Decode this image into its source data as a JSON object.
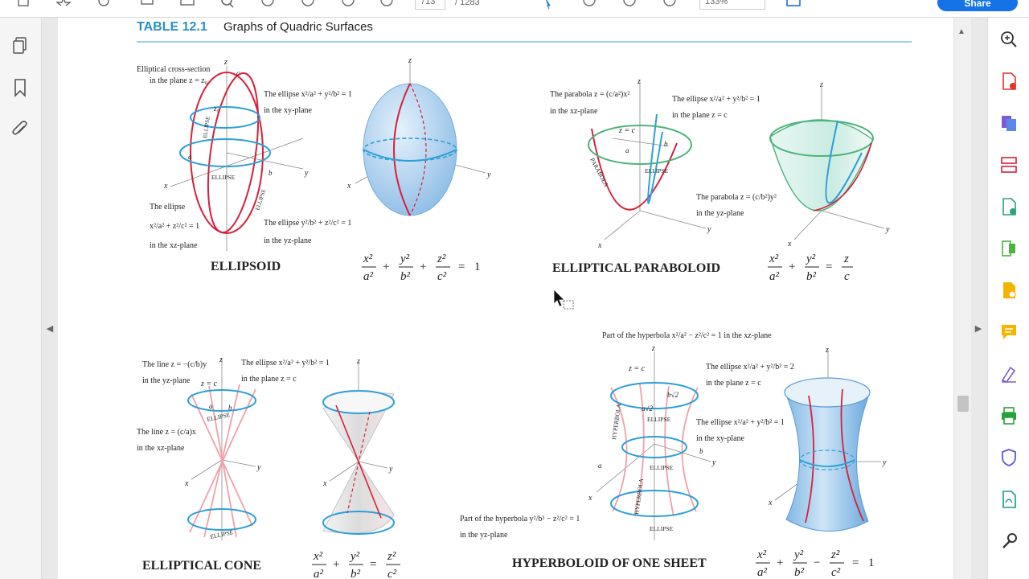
{
  "toolbar": {
    "page_input": "713",
    "page_total": "/ 1283",
    "zoom": "133%",
    "share_label": "Share"
  },
  "document": {
    "table_label": "TABLE 12.1",
    "table_title": "Graphs of Quadric Surfaces",
    "panels": [
      {
        "caption": "ELLIPSOID",
        "equation": [
          "x²",
          "a²",
          "+",
          "y²",
          "b²",
          "+",
          "z²",
          "c²",
          "=",
          "1"
        ],
        "annotations": {
          "a1_line1": "Elliptical cross-section",
          "a1_line2": "in the plane z = z₀",
          "a2_line1": "The ellipse x²/a² + y²/b² = 1",
          "a2_line2": "in the xy-plane",
          "a3_line1": "The ellipse",
          "a3_line2": "x²/a² + z²/c² = 1",
          "a3_line3": "in the xz-plane",
          "a4_line1": "The ellipse y²/b² + z²/c² = 1",
          "a4_line2": "in the yz-plane",
          "curve_label_1": "ELLIPSE",
          "curve_label_2": "ELLIPSE",
          "curve_label_3": "ELLIPSE"
        },
        "axes": {
          "x": "x",
          "y": "y",
          "z": "z",
          "a": "a",
          "b": "b",
          "c": "c",
          "z0": "z₀"
        }
      },
      {
        "caption": "ELLIPTICAL PARABOLOID",
        "equation": [
          "x²",
          "a²",
          "+",
          "y²",
          "b²",
          "=",
          "z",
          "c"
        ],
        "annotations": {
          "a1_line1": "The parabola z = (c/a²)x²",
          "a1_line2": "in the xz-plane",
          "a2_line1": "The ellipse x²/a² + y²/b² = 1",
          "a2_line2": "in the plane z = c",
          "a3_line1": "The parabola z = (c/b²)y²",
          "a3_line2": "in the yz-plane",
          "plane_label": "z = c",
          "curve_label_1": "PARABOLA",
          "curve_label_2": "ELLIPSE"
        },
        "axes": {
          "x": "x",
          "y": "y",
          "z": "z",
          "a": "a",
          "b": "b"
        }
      },
      {
        "caption": "ELLIPTICAL CONE",
        "equation": [
          "x²",
          "a²",
          "+",
          "y²",
          "b²",
          "=",
          "z²",
          "c²"
        ],
        "annotations": {
          "a1_line1": "The line z = −(c/b)y",
          "a1_line2": "in the yz-plane",
          "a2_line1": "The ellipse x²/a² + y²/b² = 1",
          "a2_line2": "in the plane z = c",
          "a3_line1": "The line z = (c/a)x",
          "a3_line2": "in the xz-plane",
          "plane_label": "z = c",
          "curve_label_1": "ELLIPSE",
          "curve_label_2": "ELLIPSE"
        },
        "axes": {
          "x": "x",
          "y": "y",
          "z": "z",
          "a": "a",
          "b": "b"
        }
      },
      {
        "caption": "HYPERBOLOID OF ONE SHEET",
        "equation": [
          "x²",
          "a²",
          "+",
          "y²",
          "b²",
          "−",
          "z²",
          "c²",
          "=",
          "1"
        ],
        "annotations": {
          "a1_line1": "Part of the hyperbola x²/a² − z²/c² = 1 in the xz-plane",
          "a2_line1": "The ellipse x²/a² + y²/b² = 2",
          "a2_line2": "in the plane z = c",
          "a3_line1": "The ellipse x²/a² + y²/b² = 1",
          "a3_line2": "in the xy-plane",
          "a4_line1": "Part of the hyperbola y²/b² − z²/c² = 1",
          "a4_line2": "in the yz-plane",
          "plane_label": "z = c",
          "a_sqrt2": "a√2",
          "b_sqrt2": "b√2",
          "curve_label_1": "ELLIPSE",
          "curve_label_2": "ELLIPSE",
          "curve_label_3": "ELLIPSE",
          "curve_label_4": "HYPERBOLA",
          "curve_label_5": "HYPERBOLA"
        },
        "axes": {
          "x": "x",
          "y": "y",
          "z": "z",
          "a": "a",
          "b": "b"
        }
      }
    ]
  },
  "colors": {
    "accent_blue": "#1473e6",
    "heading_blue": "#2a8fc4",
    "curve_red": "#d6203a",
    "curve_blue": "#2b9fd9",
    "curve_green": "#4cb37a",
    "surface_blue": "#a9cfee"
  },
  "icons": {
    "left_rail": [
      "pages-icon",
      "bookmark-icon",
      "paperclip-icon"
    ],
    "right_panel": [
      "zoom-icon",
      "export-pdf-icon",
      "combine-files-icon",
      "organize-pages-icon",
      "export-icon",
      "compress-icon",
      "edit-pdf-icon",
      "comment-icon",
      "fill-sign-icon",
      "print-production-icon",
      "protect-icon",
      "acrobat-sign-icon",
      "more-tools-icon"
    ]
  }
}
